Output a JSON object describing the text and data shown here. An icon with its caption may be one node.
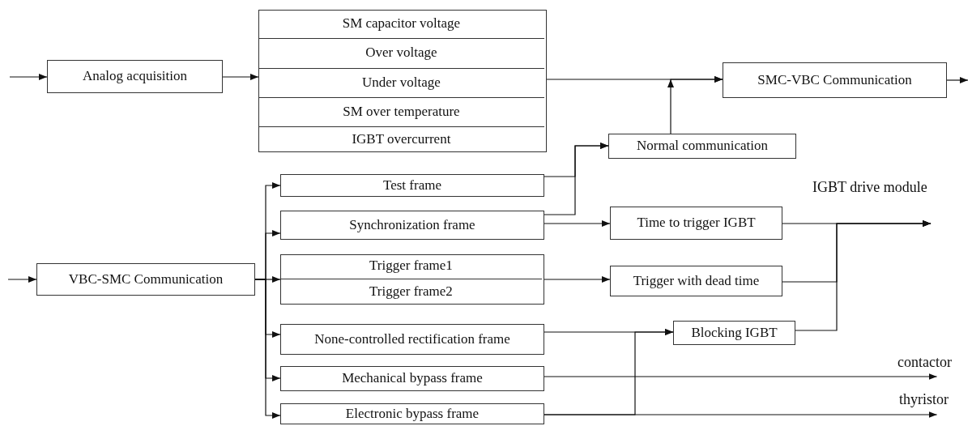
{
  "diagram": {
    "nodes": [
      {
        "text": [
          "Analog acquisition"
        ]
      },
      {
        "text": [],
        "shape": "box"
      },
      {
        "text": [
          "SM capacitor voltage"
        ],
        "in": 1
      },
      {
        "text": [
          "Over voltage"
        ],
        "in": 1
      },
      {
        "text": [
          "Under voltage"
        ],
        "in": 1
      },
      {
        "text": [
          "SM over temperature"
        ],
        "in": 1
      },
      {
        "text": [
          "IGBT overcurrent"
        ],
        "in": 1
      },
      {
        "text": [
          "SMC-VBC Communication"
        ]
      },
      {
        "text": [
          "Normal communication"
        ]
      },
      {
        "text": [
          "VBC-SMC Communication"
        ]
      },
      {
        "text": [
          "Test frame"
        ]
      },
      {
        "text": [
          "Synchronization frame"
        ]
      },
      {
        "text": [],
        "shape": "box"
      },
      {
        "text": [
          "Trigger frame1"
        ],
        "in": 12
      },
      {
        "text": [
          "Trigger frame2"
        ],
        "in": 12
      },
      {
        "text": [
          "None-controlled rectification frame"
        ]
      },
      {
        "text": [
          "Mechanical bypass frame"
        ]
      },
      {
        "text": [
          "Electronic bypass frame"
        ]
      },
      {
        "text": [
          "Time to trigger IGBT"
        ]
      },
      {
        "text": [
          "Trigger with dead time"
        ]
      },
      {
        "text": [
          "Blocking IGBT"
        ]
      },
      {
        "text": [
          "IGBT drive module"
        ]
      },
      {
        "text": [
          "contactor"
        ]
      },
      {
        "text": [
          "thyristor"
        ]
      }
    ],
    "edges": [
      {
        "from": null,
        "to": 0,
        "arrow": "to"
      },
      {
        "from": 0,
        "to": 1,
        "arrow": "to"
      },
      {
        "from": 1,
        "to": 7,
        "arrow": "to"
      },
      {
        "from": 8,
        "to": 7,
        "arrow": "to"
      },
      {
        "from": 7,
        "to": null,
        "arrow": "to"
      },
      {
        "from": null,
        "to": 9,
        "arrow": "to"
      },
      {
        "from": 9,
        "to": 10,
        "arrow": "to"
      },
      {
        "from": 9,
        "to": 11,
        "arrow": "to"
      },
      {
        "from": 9,
        "to": 12,
        "arrow": "to"
      },
      {
        "from": 9,
        "to": 15,
        "arrow": "to"
      },
      {
        "from": 9,
        "to": 16,
        "arrow": "to"
      },
      {
        "from": 9,
        "to": 17,
        "arrow": "to"
      },
      {
        "from": 10,
        "to": 8,
        "arrow": "to"
      },
      {
        "from": 11,
        "to": 8,
        "arrow": "to"
      },
      {
        "from": 11,
        "to": 18,
        "arrow": "to"
      },
      {
        "from": 12,
        "to": 19,
        "arrow": "to"
      },
      {
        "from": 15,
        "to": 20,
        "arrow": "to"
      },
      {
        "from": 17,
        "to": 20,
        "arrow": "to"
      },
      {
        "from": 18,
        "to": 21,
        "arrow": "to"
      },
      {
        "from": 19,
        "to": 21,
        "arrow": "to"
      },
      {
        "from": 20,
        "to": 21,
        "arrow": "to"
      },
      {
        "from": 16,
        "to": 22,
        "arrow": "to"
      },
      {
        "from": 17,
        "to": 23,
        "arrow": "to"
      }
    ]
  }
}
